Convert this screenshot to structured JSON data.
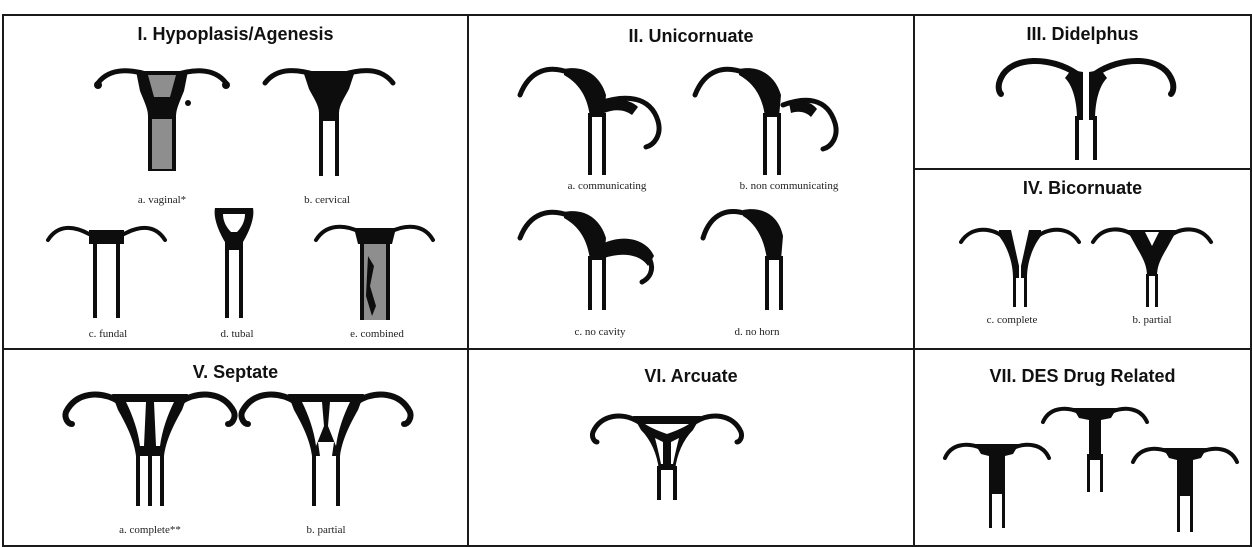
{
  "panels": {
    "p1": {
      "title": "I. Hypoplasis/Agenesis",
      "captions": [
        "a. vaginal*",
        "b. cervical",
        "c. fundal",
        "d. tubal",
        "e. combined"
      ]
    },
    "p2": {
      "title": "II. Unicornuate",
      "captions": [
        "a. communicating",
        "b. non communicating",
        "c. no cavity",
        "d. no horn"
      ]
    },
    "p3": {
      "title": "III. Didelphus"
    },
    "p4": {
      "title": "IV. Bicornuate",
      "captions": [
        "c. complete",
        "b. partial"
      ]
    },
    "p5": {
      "title": "V. Septate",
      "captions": [
        "a. complete**",
        "b. partial"
      ]
    },
    "p6": {
      "title": "VI. Arcuate"
    },
    "p7": {
      "title": "VII. DES Drug Related"
    }
  },
  "colors": {
    "ink": "#0d0d0d",
    "border": "#1a1a1a",
    "shade": "#8e8e8e"
  }
}
